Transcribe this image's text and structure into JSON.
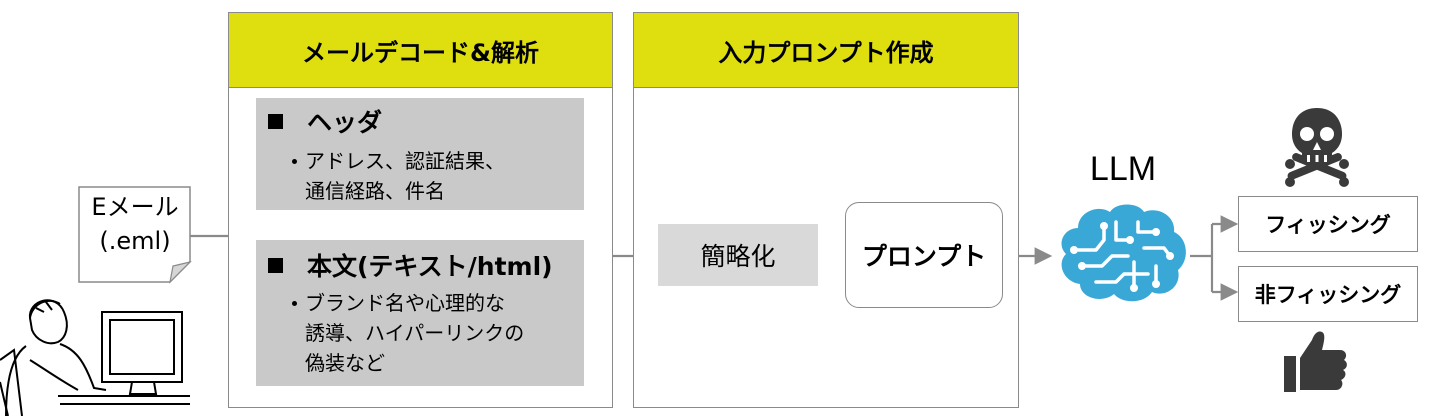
{
  "panels": {
    "decode": {
      "title": "メールデコード&解析"
    },
    "prompt": {
      "title": "入力プロンプト作成"
    }
  },
  "header_section": {
    "title": "ヘッダ",
    "bullet_line1": "アドレス、認証結果、",
    "bullet_line2": "通信経路、件名"
  },
  "body_section": {
    "title": "本文(テキスト/html)",
    "bullet_line1": "ブランド名や心理的な",
    "bullet_line2": "誘導、ハイパーリンクの",
    "bullet_line3": "偽装など"
  },
  "input": {
    "line1": "Eメール",
    "line2": "(.eml)"
  },
  "summarize": {
    "label": "簡略化"
  },
  "prompt_box": {
    "label": "プロンプト"
  },
  "llm": {
    "label": "LLM"
  },
  "outputs": {
    "phishing": "フィッシング",
    "non_phishing": "非フィッシング"
  },
  "icons": {
    "user": "person-at-computer-icon",
    "brain": "brain-circuit-icon",
    "skull": "skull-crossbones-icon",
    "thumb": "thumbs-up-icon"
  },
  "colors": {
    "header_yellow": "#dfdf10",
    "gray_box": "#c9c9c9",
    "brain_blue": "#3aa8d6",
    "arrow_gray": "#8a8a8a"
  }
}
